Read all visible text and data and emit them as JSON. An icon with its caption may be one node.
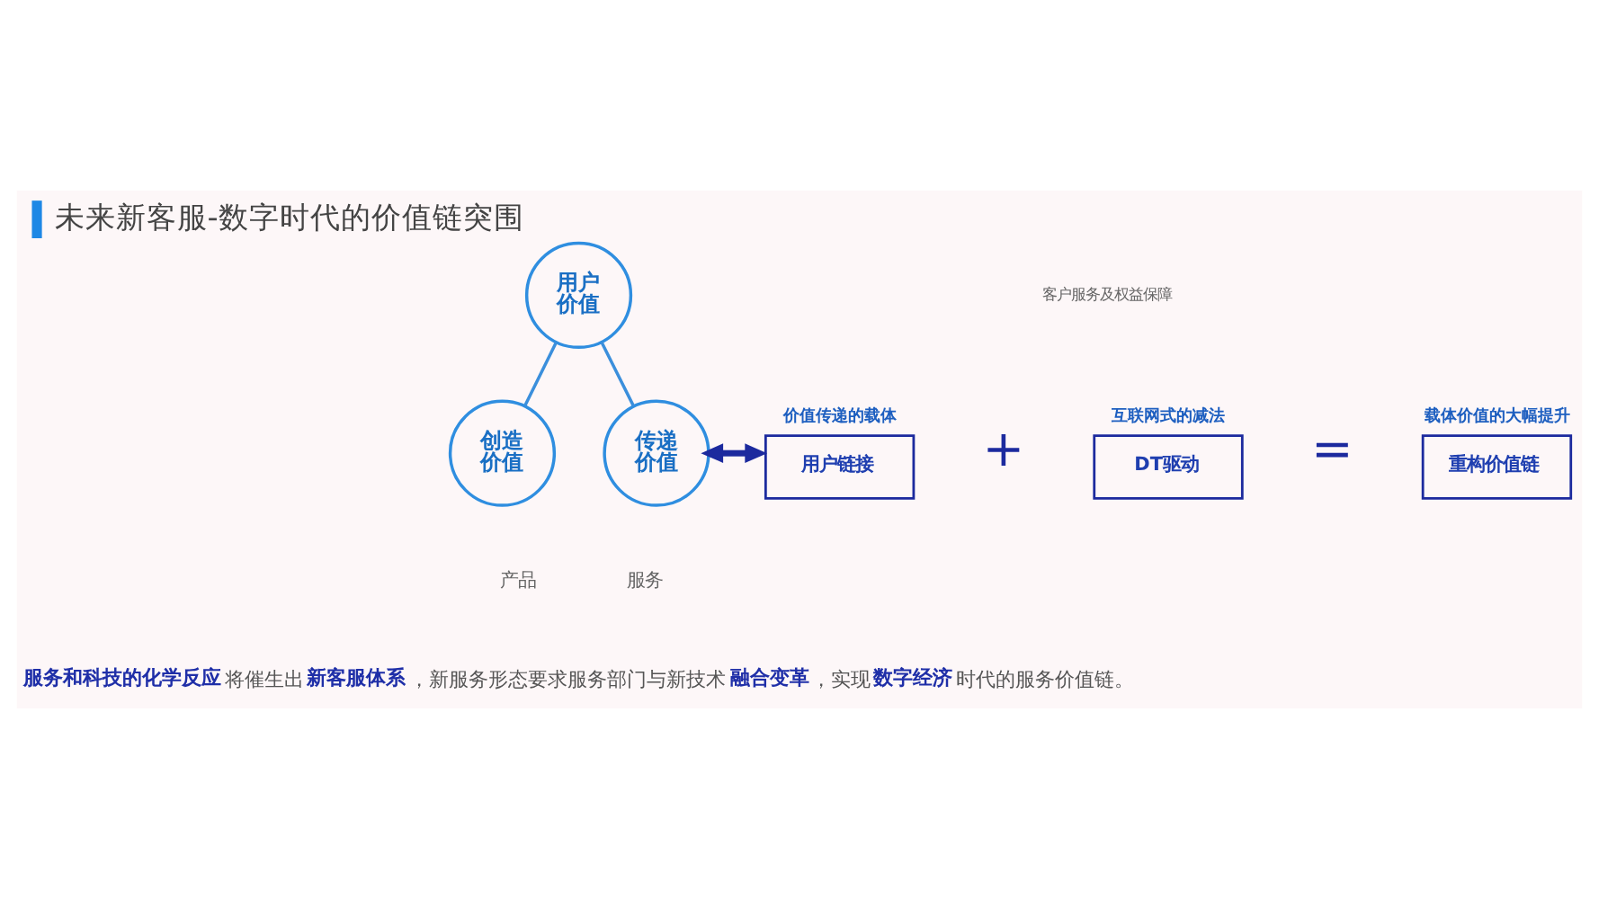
{
  "diagram": {
    "title": "未来新客服-数字时代的价值链突围",
    "nodes": [
      {
        "text": [
          "用户价值"
        ]
      },
      {
        "text": [
          "创造价值"
        ],
        "beside": [
          "产品"
        ]
      },
      {
        "text": [
          "传递价值"
        ],
        "beside": [
          "服务"
        ]
      },
      {
        "text": [
          "价值传递的载体",
          "用户链接"
        ]
      },
      {
        "text": [
          "互联网式的减法",
          "DT驱动"
        ]
      },
      {
        "text": [
          "载体价值的大幅提升",
          "重构价值链"
        ]
      }
    ],
    "edges": [
      {
        "from": 0,
        "to": 1,
        "arrow": "none"
      },
      {
        "from": 0,
        "to": 2,
        "arrow": "none"
      },
      {
        "from": 2,
        "to": 3,
        "arrow": "both",
        "style": "thick",
        "color": "#1c2a9e"
      }
    ],
    "labels": [
      "客户服务及权益保障",
      "+",
      "=",
      "**服务和科技的化学反应**将催生出**新客服体系**，新服务形态要求服务部门与新技术**融合变革**，实现**数字经济**时代的服务价值链。"
    ]
  }
}
